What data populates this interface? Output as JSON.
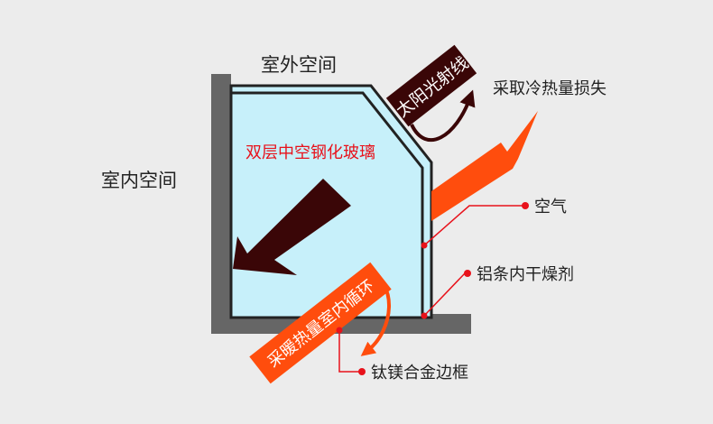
{
  "labels": {
    "outdoor_space": "室外空间",
    "indoor_space": "室内空间",
    "glass": "双层中空钢化玻璃",
    "solar_radiation": "太阳光射线",
    "heat_loss": "采取冷热量损失",
    "air": "空气",
    "desiccant": "铝条内干燥剂",
    "frame": "钛镁合金边框",
    "indoor_circulation": "采暖热量室内循环"
  },
  "colors": {
    "background": "#ececec",
    "frame": "#666666",
    "glass": "#b9ecf9",
    "orange": "#ff4d0d",
    "dark_red": "#3a0607",
    "callout": "#e8121b",
    "glass_label": "#e8121b",
    "text": "#222222"
  }
}
